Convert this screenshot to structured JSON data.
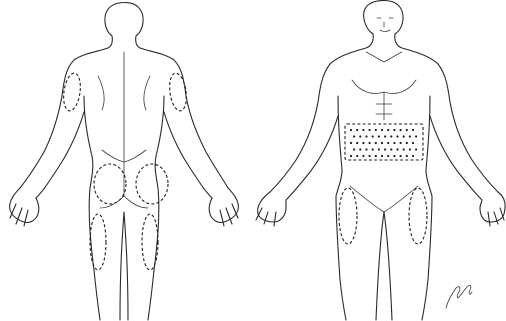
{
  "figure": {
    "views": [
      "posterior",
      "anterior"
    ],
    "injection_sites": {
      "posterior": [
        "upper-arm-left",
        "upper-arm-right",
        "buttock-left",
        "buttock-right",
        "thigh-left",
        "thigh-right"
      ],
      "anterior": [
        "abdomen",
        "thigh-left",
        "thigh-right"
      ]
    },
    "colors": {
      "line": "#2a2a2a",
      "site": "#1e1e1e",
      "background": "#ffffff"
    }
  }
}
